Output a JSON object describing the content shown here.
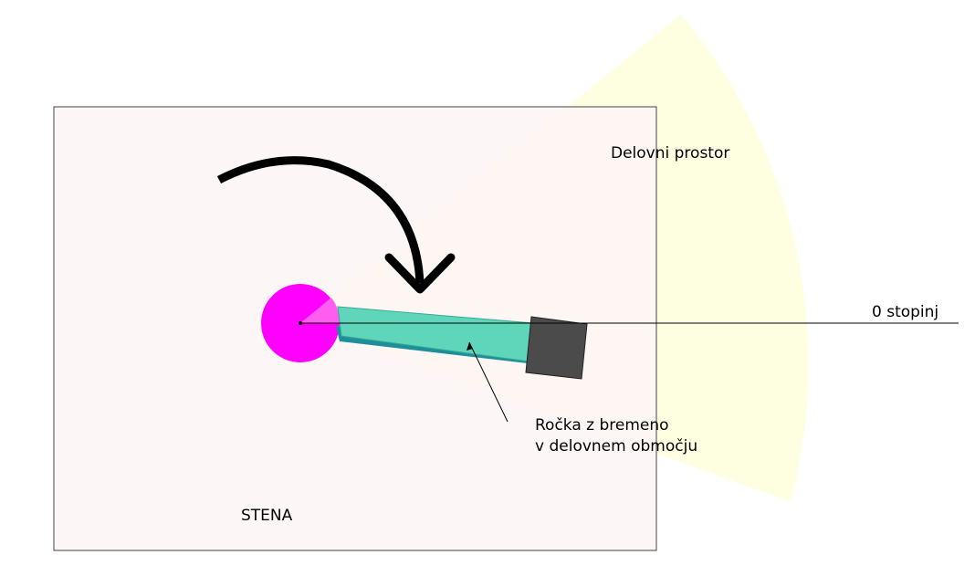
{
  "labels": {
    "workspace": "Delovni prostor",
    "zero_degrees": "0 stopinj",
    "arm_line1": "Ročka z bremeno",
    "arm_line2": "v delovnem območju",
    "wall": "STENA"
  },
  "colors": {
    "wall_fill": "#fdf5f5",
    "workspace_fill": "#fefee0",
    "pivot": "#ff00ff",
    "arm": "#5fd6b9",
    "arm_shadow": "#1d8f9a",
    "load": "#4b4b4b",
    "arrow": "#000000"
  },
  "icons": {
    "rotation_arrow": "curved-arrow-clockwise-icon"
  }
}
